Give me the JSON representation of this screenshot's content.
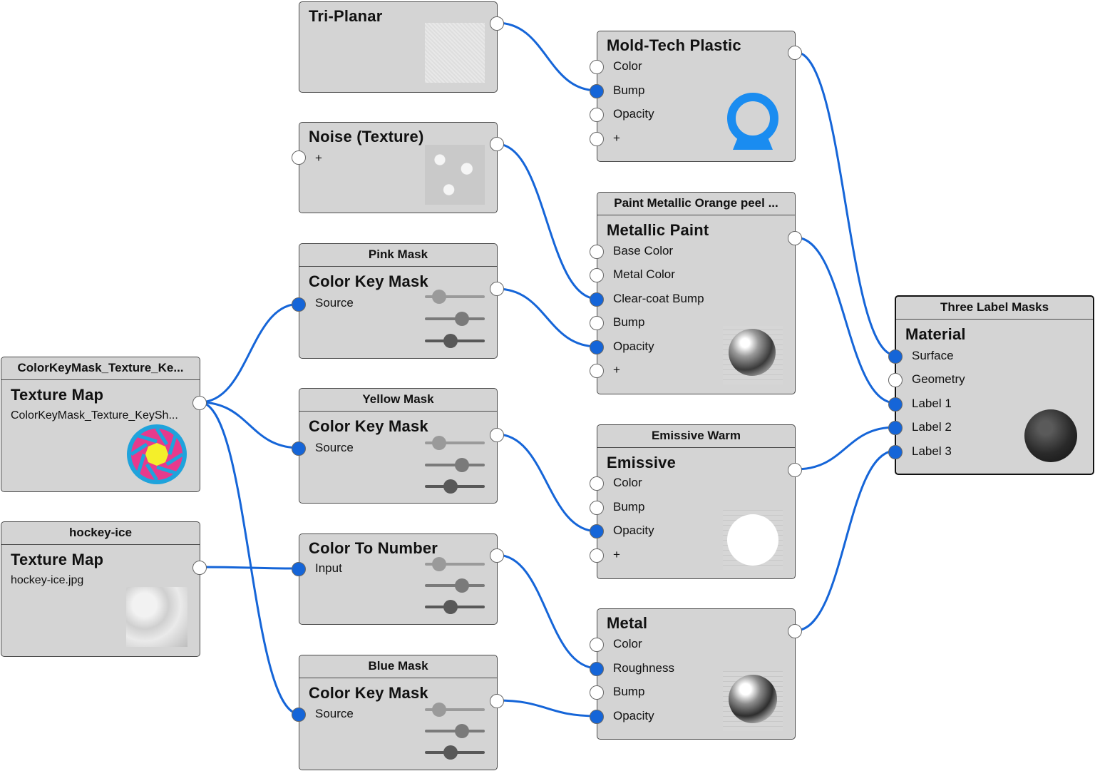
{
  "colors": {
    "node_bg": "#d4d4d4",
    "wire": "#1565d8",
    "port_connected": "#1565d8",
    "port_empty": "#ffffff"
  },
  "nodes": {
    "colorkey_texture": {
      "header": "ColorKeyMask_Texture_Ke...",
      "title": "Texture Map",
      "filename": "ColorKeyMask_Texture_KeySh..."
    },
    "hockey_ice": {
      "header": "hockey-ice",
      "title": "Texture Map",
      "filename": "hockey-ice.jpg"
    },
    "tri_planar": {
      "title": "Tri-Planar"
    },
    "noise": {
      "title": "Noise (Texture)",
      "ports": [
        "+"
      ]
    },
    "pink_mask": {
      "header": "Pink Mask",
      "title": "Color Key Mask",
      "ports": [
        "Source"
      ]
    },
    "yellow_mask": {
      "header": "Yellow Mask",
      "title": "Color Key Mask",
      "ports": [
        "Source"
      ]
    },
    "color_to_number": {
      "title": "Color To Number",
      "ports": [
        "Input"
      ]
    },
    "blue_mask": {
      "header": "Blue Mask",
      "title": "Color Key Mask",
      "ports": [
        "Source"
      ]
    },
    "mold_tech": {
      "title": "Mold-Tech Plastic",
      "ports": [
        "Color",
        "Bump",
        "Opacity",
        "+"
      ]
    },
    "metallic_paint": {
      "header": "Paint Metallic Orange peel ...",
      "title": "Metallic Paint",
      "ports": [
        "Base Color",
        "Metal Color",
        "Clear-coat Bump",
        "Bump",
        "Opacity",
        "+"
      ]
    },
    "emissive": {
      "header": "Emissive Warm",
      "title": "Emissive",
      "ports": [
        "Color",
        "Bump",
        "Opacity",
        "+"
      ]
    },
    "metal": {
      "title": "Metal",
      "ports": [
        "Color",
        "Roughness",
        "Bump",
        "Opacity"
      ]
    },
    "three_label": {
      "header": "Three Label Masks",
      "title": "Material",
      "ports": [
        "Surface",
        "Geometry",
        "Label 1",
        "Label 2",
        "Label 3"
      ]
    }
  }
}
